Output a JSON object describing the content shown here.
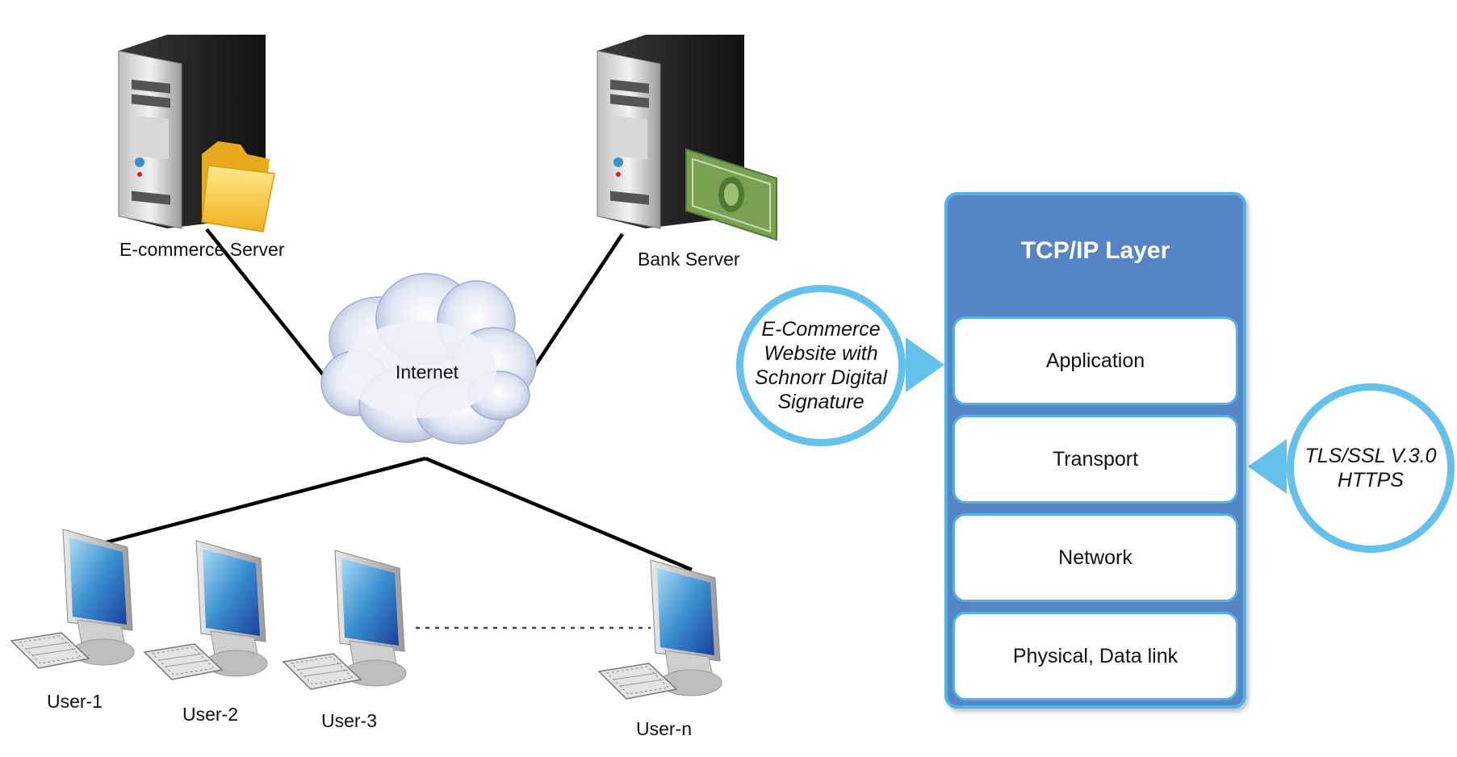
{
  "network": {
    "ecommerce_server_label": "E-commerce Server",
    "bank_server_label": "Bank Server",
    "internet_label": "Internet",
    "users": [
      {
        "label": "User-1"
      },
      {
        "label": "User-2"
      },
      {
        "label": "User-3"
      },
      {
        "label": "User-n"
      }
    ]
  },
  "tcpip": {
    "title": "TCP/IP Layer",
    "layers": [
      {
        "label": "Application"
      },
      {
        "label": "Transport"
      },
      {
        "label": "Network"
      },
      {
        "label": "Physical, Data link"
      }
    ]
  },
  "callouts": {
    "left": {
      "lines": [
        "E-Commerce",
        "Website with",
        "Schnorr Digital",
        "Signature"
      ]
    },
    "right": {
      "lines": [
        "TLS/SSL V.3.0",
        "HTTPS"
      ]
    }
  },
  "colors": {
    "tcp_box": "#5585c4",
    "accent_border": "#4fb3ea",
    "circle_border": "#63c1ec",
    "monitor_screen": "#3a8fd0",
    "folder": "#f5c435",
    "money": "#7aa052"
  },
  "icons": {
    "server": "server-icon",
    "folder": "folder-icon",
    "money": "money-icon",
    "cloud": "cloud-icon",
    "computer": "computer-icon"
  }
}
